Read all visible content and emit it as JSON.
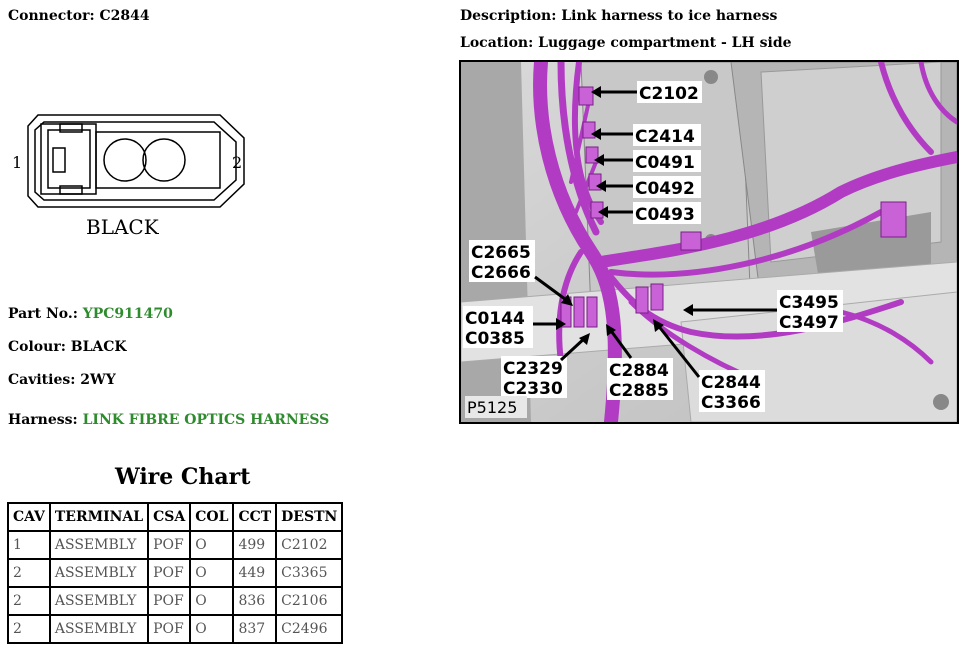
{
  "connector": {
    "label": "Connector:",
    "value": "C2844"
  },
  "description": {
    "label": "Description:",
    "value": "Link harness to ice harness"
  },
  "location": {
    "label": "Location:",
    "value": "Luggage compartment - LH side"
  },
  "drawing": {
    "pin_left": "1",
    "pin_right": "2",
    "color_text": "BLACK"
  },
  "part_no": {
    "label": "Part No.:",
    "value": "YPC911470"
  },
  "colour": {
    "label": "Colour:",
    "value": "BLACK"
  },
  "cavities": {
    "label": "Cavities:",
    "value": "2WY"
  },
  "harness": {
    "label": "Harness:",
    "value": "LINK FIBRE OPTICS HARNESS"
  },
  "photo": {
    "ref": "P5125",
    "callouts": {
      "c2102": "C2102",
      "c2414": "C2414",
      "c0491": "C0491",
      "c0492": "C0492",
      "c0493": "C0493",
      "c2665": "C2665",
      "c2666": "C2666",
      "c0144": "C0144",
      "c0385": "C0385",
      "c2329": "C2329",
      "c2330": "C2330",
      "c2884": "C2884",
      "c2885": "C2885",
      "c2844": "C2844",
      "c3366": "C3366",
      "c3495": "C3495",
      "c3497": "C3497"
    }
  },
  "wire_chart": {
    "title": "Wire Chart",
    "headers": [
      "CAV",
      "TERMINAL",
      "CSA",
      "COL",
      "CCT",
      "DESTN"
    ],
    "rows": [
      [
        "1",
        "ASSEMBLY",
        "POF",
        "O",
        "499",
        "C2102"
      ],
      [
        "2",
        "ASSEMBLY",
        "POF",
        "O",
        "449",
        "C3365"
      ],
      [
        "2",
        "ASSEMBLY",
        "POF",
        "O",
        "836",
        "C2106"
      ],
      [
        "2",
        "ASSEMBLY",
        "POF",
        "O",
        "837",
        "C2496"
      ]
    ]
  }
}
